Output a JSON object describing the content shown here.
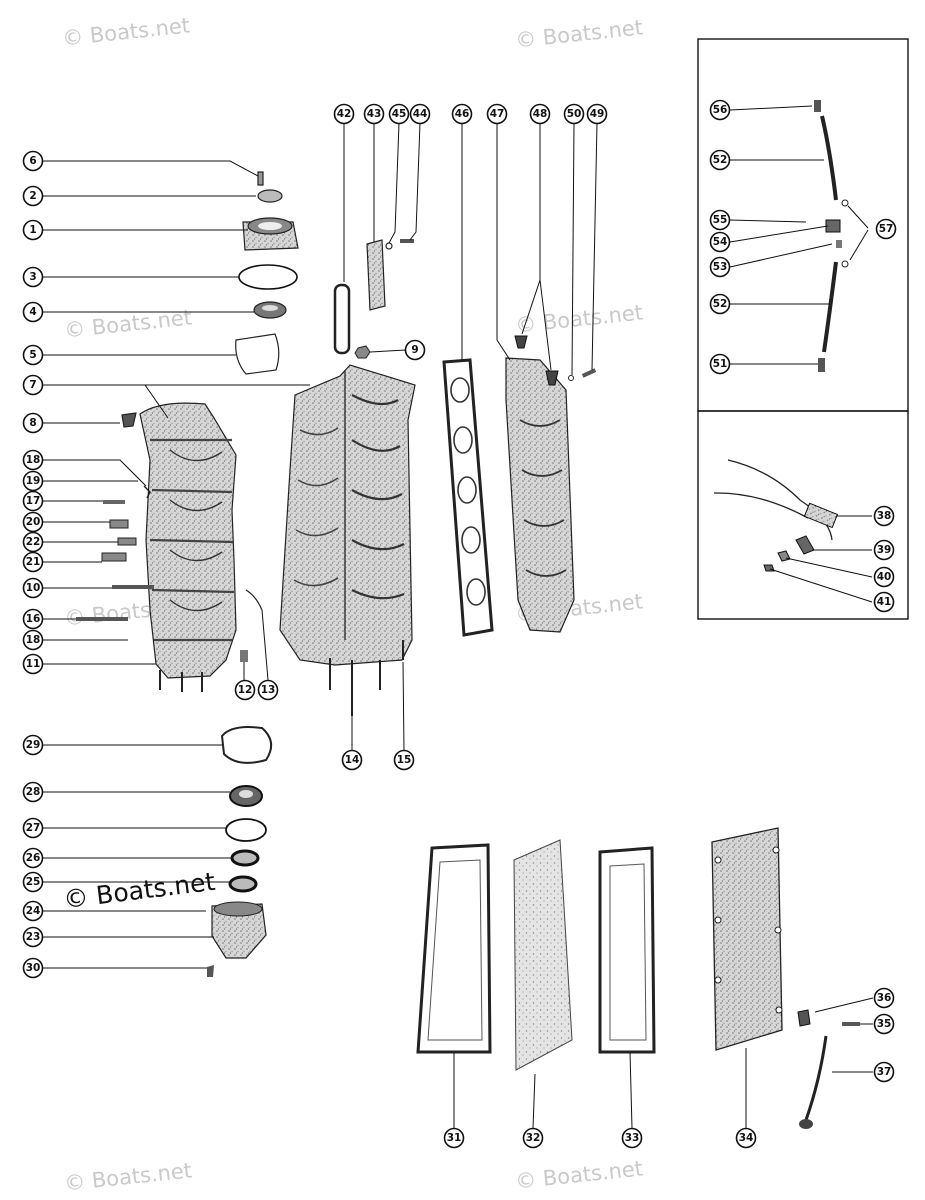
{
  "watermark": {
    "text": "© Boats.net"
  },
  "callouts": [
    {
      "id": "c6",
      "label": "6"
    },
    {
      "id": "c2",
      "label": "2"
    },
    {
      "id": "c1",
      "label": "1"
    },
    {
      "id": "c3",
      "label": "3"
    },
    {
      "id": "c4",
      "label": "4"
    },
    {
      "id": "c5",
      "label": "5"
    },
    {
      "id": "c7",
      "label": "7"
    },
    {
      "id": "c8",
      "label": "8"
    },
    {
      "id": "c18a",
      "label": "18"
    },
    {
      "id": "c19",
      "label": "19"
    },
    {
      "id": "c17",
      "label": "17"
    },
    {
      "id": "c20",
      "label": "20"
    },
    {
      "id": "c22",
      "label": "22"
    },
    {
      "id": "c21",
      "label": "21"
    },
    {
      "id": "c10",
      "label": "10"
    },
    {
      "id": "c16",
      "label": "16"
    },
    {
      "id": "c18b",
      "label": "18"
    },
    {
      "id": "c11",
      "label": "11"
    },
    {
      "id": "c12",
      "label": "12"
    },
    {
      "id": "c13",
      "label": "13"
    },
    {
      "id": "c29",
      "label": "29"
    },
    {
      "id": "c28",
      "label": "28"
    },
    {
      "id": "c27",
      "label": "27"
    },
    {
      "id": "c26",
      "label": "26"
    },
    {
      "id": "c25",
      "label": "25"
    },
    {
      "id": "c24",
      "label": "24"
    },
    {
      "id": "c23",
      "label": "23"
    },
    {
      "id": "c30",
      "label": "30"
    },
    {
      "id": "c42",
      "label": "42"
    },
    {
      "id": "c43",
      "label": "43"
    },
    {
      "id": "c45",
      "label": "45"
    },
    {
      "id": "c44",
      "label": "44"
    },
    {
      "id": "c9",
      "label": "9"
    },
    {
      "id": "c46",
      "label": "46"
    },
    {
      "id": "c47",
      "label": "47"
    },
    {
      "id": "c48",
      "label": "48"
    },
    {
      "id": "c50",
      "label": "50"
    },
    {
      "id": "c49",
      "label": "49"
    },
    {
      "id": "c14",
      "label": "14"
    },
    {
      "id": "c15",
      "label": "15"
    },
    {
      "id": "c56",
      "label": "56"
    },
    {
      "id": "c52a",
      "label": "52"
    },
    {
      "id": "c55",
      "label": "55"
    },
    {
      "id": "c54",
      "label": "54"
    },
    {
      "id": "c53",
      "label": "53"
    },
    {
      "id": "c57",
      "label": "57"
    },
    {
      "id": "c52b",
      "label": "52"
    },
    {
      "id": "c51",
      "label": "51"
    },
    {
      "id": "c38",
      "label": "38"
    },
    {
      "id": "c39",
      "label": "39"
    },
    {
      "id": "c40",
      "label": "40"
    },
    {
      "id": "c41",
      "label": "41"
    },
    {
      "id": "c36",
      "label": "36"
    },
    {
      "id": "c35",
      "label": "35"
    },
    {
      "id": "c37",
      "label": "37"
    },
    {
      "id": "c31",
      "label": "31"
    },
    {
      "id": "c32",
      "label": "32"
    },
    {
      "id": "c33",
      "label": "33"
    },
    {
      "id": "c34",
      "label": "34"
    }
  ],
  "colors": {
    "ink": "#111111",
    "part_fill": "#cfcfcf",
    "part_dark": "#8e8e8e",
    "watermark": "#c9c9c9"
  }
}
